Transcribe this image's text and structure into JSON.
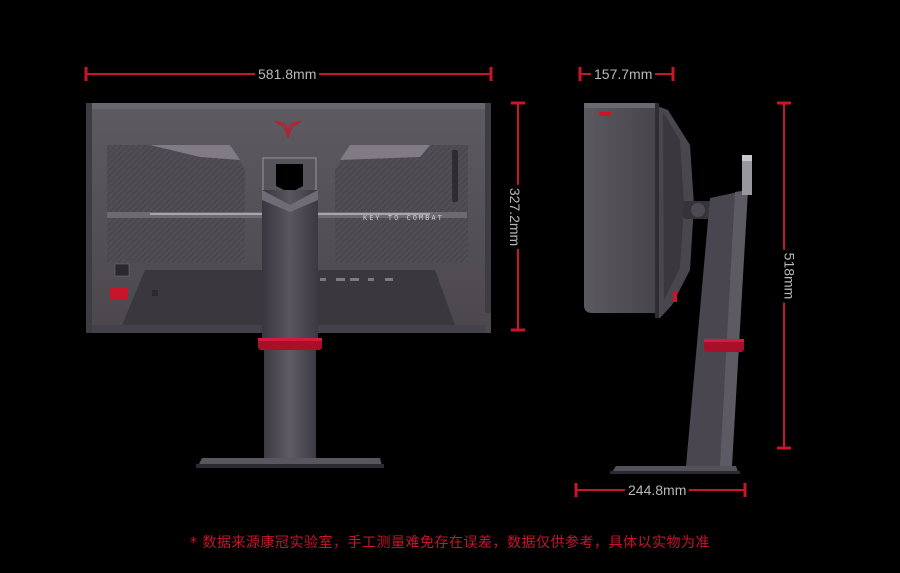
{
  "dimensions": {
    "width": "581.8mm",
    "height": "327.2mm",
    "depth": "157.7mm",
    "total_height": "518mm",
    "base_depth": "244.8mm"
  },
  "back_view": {
    "slogan": "KEY TO COMBAT"
  },
  "disclaimer": "* 数据来源康冠实验室，手工测量难免存在误差，数据仅供参考，具体以实物为准",
  "colors": {
    "accent": "#c8152a",
    "body_dark": "#4a464c",
    "body_mid": "#5d5960",
    "label": "#b8b8b8",
    "background": "#000000"
  },
  "icons": [
    "winged-logo-icon",
    "kvm-port-icon"
  ]
}
